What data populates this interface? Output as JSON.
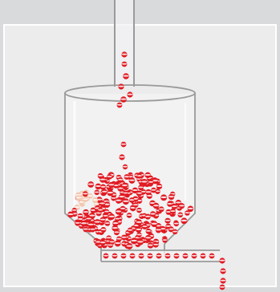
{
  "scene": {
    "background_color": "#d9dadc",
    "panel_color": "#ececed",
    "panel_border_color": "#ffffff",
    "glass_stroke_color": "#9a9a9a",
    "bead_color": "#e01a22",
    "bead_highlight_color": "#ffffff",
    "bead_pale_color": "#f2c7b0"
  },
  "components": {
    "inlet_pipe": "feed-tube",
    "hopper": "glass-hopper",
    "outlet_pipe": "horizontal-discharge-tube",
    "stream_in": "falling-beads",
    "stream_out": "discharged-beads"
  }
}
